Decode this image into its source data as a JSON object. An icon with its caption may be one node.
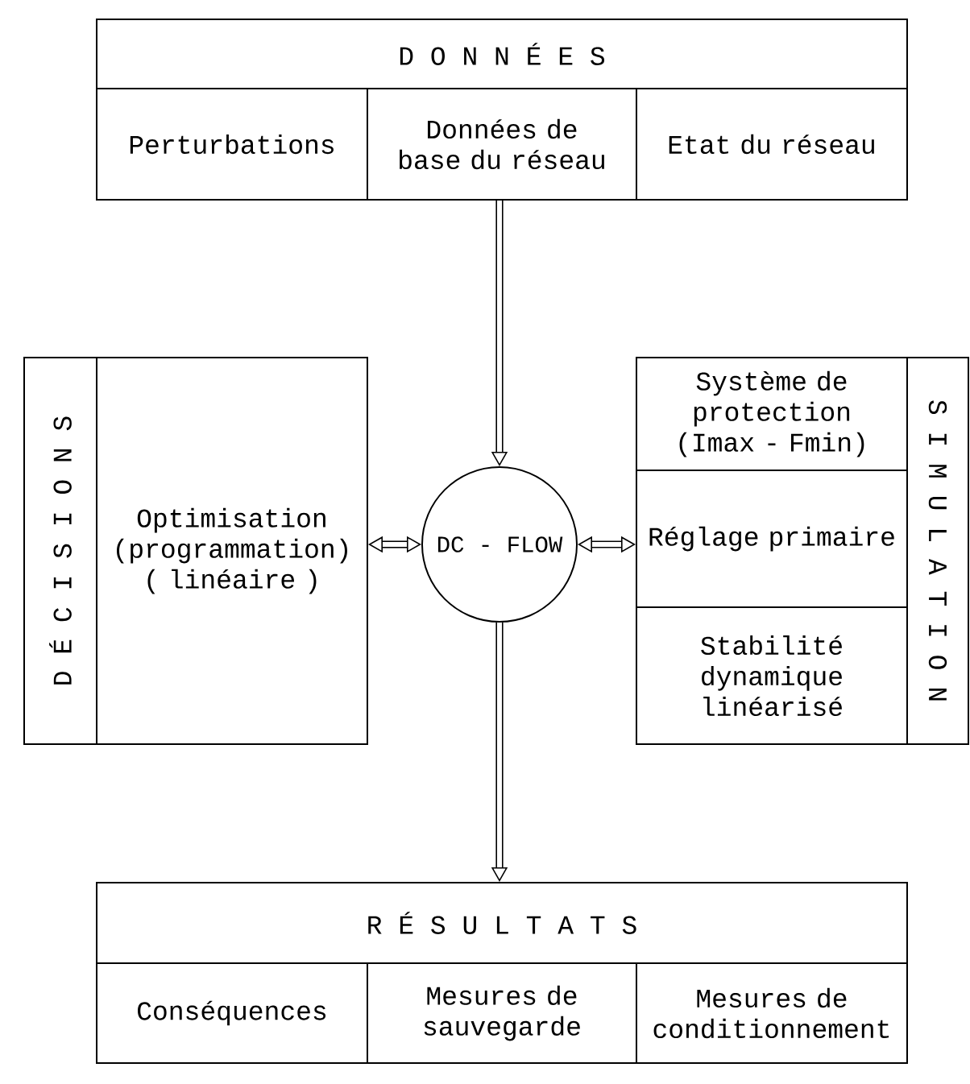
{
  "diagram": {
    "nodes": [
      {
        "text": [
          "D O N N É E S"
        ]
      },
      {
        "text": [
          "Perturbations"
        ],
        "in": 0
      },
      {
        "text": [
          "Données de base du réseau"
        ],
        "in": 0
      },
      {
        "text": [
          "Etat du réseau"
        ],
        "in": 0
      },
      {
        "text": [
          "D É C I S I O N S"
        ]
      },
      {
        "text": [
          "Optimisation (programmation) ( linéaire )"
        ],
        "in": 4
      },
      {
        "text": [
          "DC - FLOW"
        ]
      },
      {
        "text": [
          "S I M U L A T I O N"
        ]
      },
      {
        "text": [
          "Système de protection (Imax - Fmin)"
        ],
        "in": 7
      },
      {
        "text": [
          "Réglage primaire"
        ],
        "in": 7
      },
      {
        "text": [
          "Stabilité dynamique linéarisé"
        ],
        "in": 7
      },
      {
        "text": [
          "R É S U L T A T S"
        ]
      },
      {
        "text": [
          "Conséquences"
        ],
        "in": 11
      },
      {
        "text": [
          "Mesures de sauvegarde"
        ],
        "in": 11
      },
      {
        "text": [
          "Mesures de conditionnement"
        ],
        "in": 11
      }
    ],
    "edges": [
      {
        "from": 2,
        "to": 6,
        "arrow": "to"
      },
      {
        "from": 5,
        "to": 6,
        "arrow": "both"
      },
      {
        "from": 6,
        "to": 9,
        "arrow": "both"
      },
      {
        "from": 6,
        "to": 11,
        "arrow": "to"
      }
    ]
  }
}
